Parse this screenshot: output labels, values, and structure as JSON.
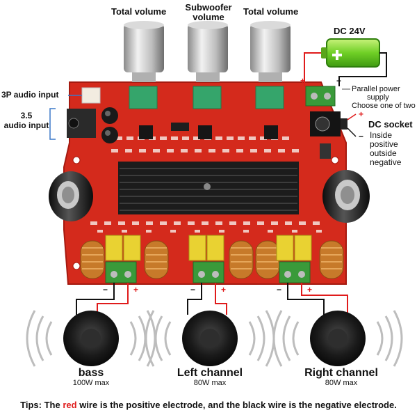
{
  "knobs": {
    "left": "Total volume",
    "center": "Subwoofer volume",
    "right": "Total volume"
  },
  "inputs": {
    "aux_3p": "3P audio input",
    "jack_35_line1": "3.5",
    "jack_35_line2": "audio input"
  },
  "power": {
    "dc_label": "DC 24V",
    "parallel_line1": "Parallel power",
    "parallel_line2": "supply",
    "parallel_line3": "Choose one of two",
    "socket_title": "DC socket",
    "socket_line1": "Inside",
    "socket_line2": "positive",
    "socket_line3": "outside",
    "socket_line4": "negative"
  },
  "polarity": {
    "plus": "+",
    "minus": "−"
  },
  "speakers": [
    {
      "name": "bass",
      "power": "100W max"
    },
    {
      "name": "Left channel",
      "power": "80W max"
    },
    {
      "name": "Right channel",
      "power": "80W max"
    }
  ],
  "tips": {
    "prefix": "Tips: The",
    "red_word": "red",
    "suffix": "wire is the positive electrode, and the black wire is the negative electrode."
  },
  "colors": {
    "board": "#d42a1c",
    "heatsink": "#1c1c1c",
    "terminal": "#3a9a3a",
    "capacitor_yellow": "#e9d232",
    "wire_red": "#e01b1b",
    "wire_black": "#111111",
    "battery": "#7fd62f"
  }
}
